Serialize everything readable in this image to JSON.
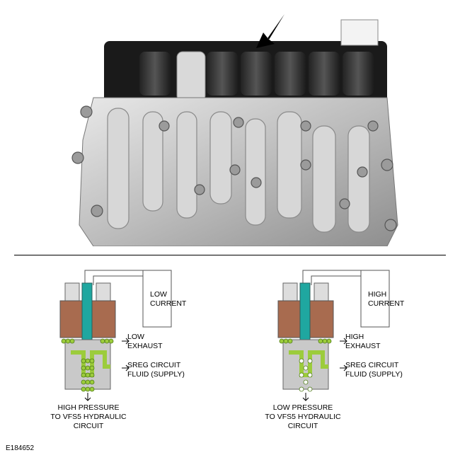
{
  "figure_id": "E184652",
  "photo": {
    "subject": "valve body with solenoid pack",
    "pointer": "arrow indicating solenoid"
  },
  "diagrams": [
    {
      "current": "LOW\nCURRENT",
      "exhaust": "LOW\nEXHAUST",
      "supply": "SREG CIRCUIT\nFLUID (SUPPLY)",
      "output": "HIGH PRESSURE\nTO VFS5 HYDRAULIC\nCIRCUIT"
    },
    {
      "current": "HIGH\nCURRENT",
      "exhaust": "HIGH\nEXHAUST",
      "supply": "SREG CIRCUIT\nFLUID (SUPPLY)",
      "output": "LOW PRESSURE\nTO VFS5 HYDRAULIC\nCIRCUIT"
    }
  ],
  "colors": {
    "coil": "#a86b4f",
    "plunger": "#1fa7a0",
    "fluid": "#9ccc3c",
    "body": "#c9c9c9"
  }
}
